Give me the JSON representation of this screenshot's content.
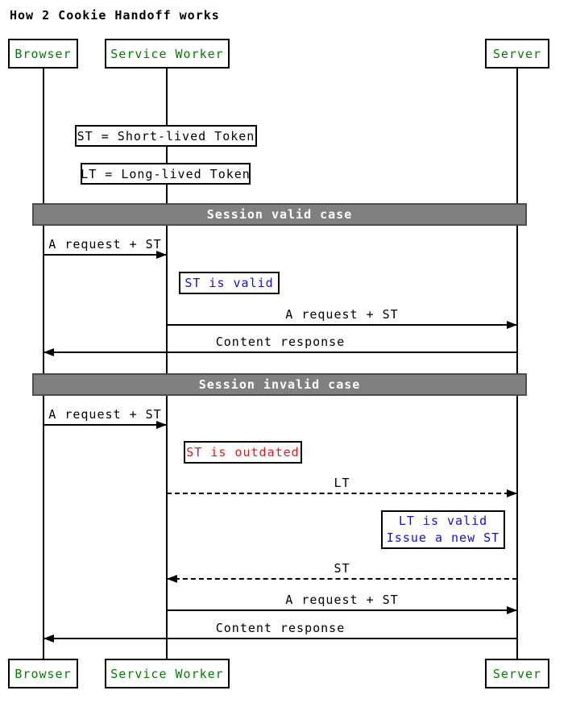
{
  "title": "How 2 Cookie Handoff works",
  "actors": [
    {
      "label": "Browser"
    },
    {
      "label": "Service Worker"
    },
    {
      "label": "Server"
    }
  ],
  "legend_notes": [
    {
      "label": "ST = Short-lived Token"
    },
    {
      "label": "LT = Long-lived Token"
    }
  ],
  "sections": [
    {
      "label": "Session valid case"
    },
    {
      "label": "Session invalid case"
    }
  ],
  "messages": [
    {
      "label": "A request + ST",
      "from": "Browser",
      "to": "Service Worker",
      "style": "solid"
    },
    {
      "label": "A request + ST",
      "from": "Service Worker",
      "to": "Server",
      "style": "solid"
    },
    {
      "label": "Content response",
      "from": "Server",
      "to": "Browser",
      "style": "solid"
    },
    {
      "label": "A request + ST",
      "from": "Browser",
      "to": "Service Worker",
      "style": "solid"
    },
    {
      "label": "LT",
      "from": "Service Worker",
      "to": "Server",
      "style": "dashed"
    },
    {
      "label": "ST",
      "from": "Server",
      "to": "Service Worker",
      "style": "dashed"
    },
    {
      "label": "A request + ST",
      "from": "Service Worker",
      "to": "Server",
      "style": "solid"
    },
    {
      "label": "Content response",
      "from": "Server",
      "to": "Browser",
      "style": "solid"
    }
  ],
  "status_notes": [
    {
      "label": "ST is valid",
      "color": "#0f0fe0"
    },
    {
      "label": "ST is outdated",
      "color": "#ee1414"
    },
    {
      "lines": [
        "LT is valid",
        "Issue a new ST"
      ],
      "color": "#0f0fe0"
    }
  ],
  "colors": {
    "actor_text": "#008000",
    "info_note_text": "#0f0fe0",
    "error_note_text": "#ee1414",
    "section_band_bg": "#808080",
    "section_band_border": "#4d4d4d",
    "section_band_text": "#ffffff",
    "line": "#000000",
    "background": "#ffffff"
  }
}
